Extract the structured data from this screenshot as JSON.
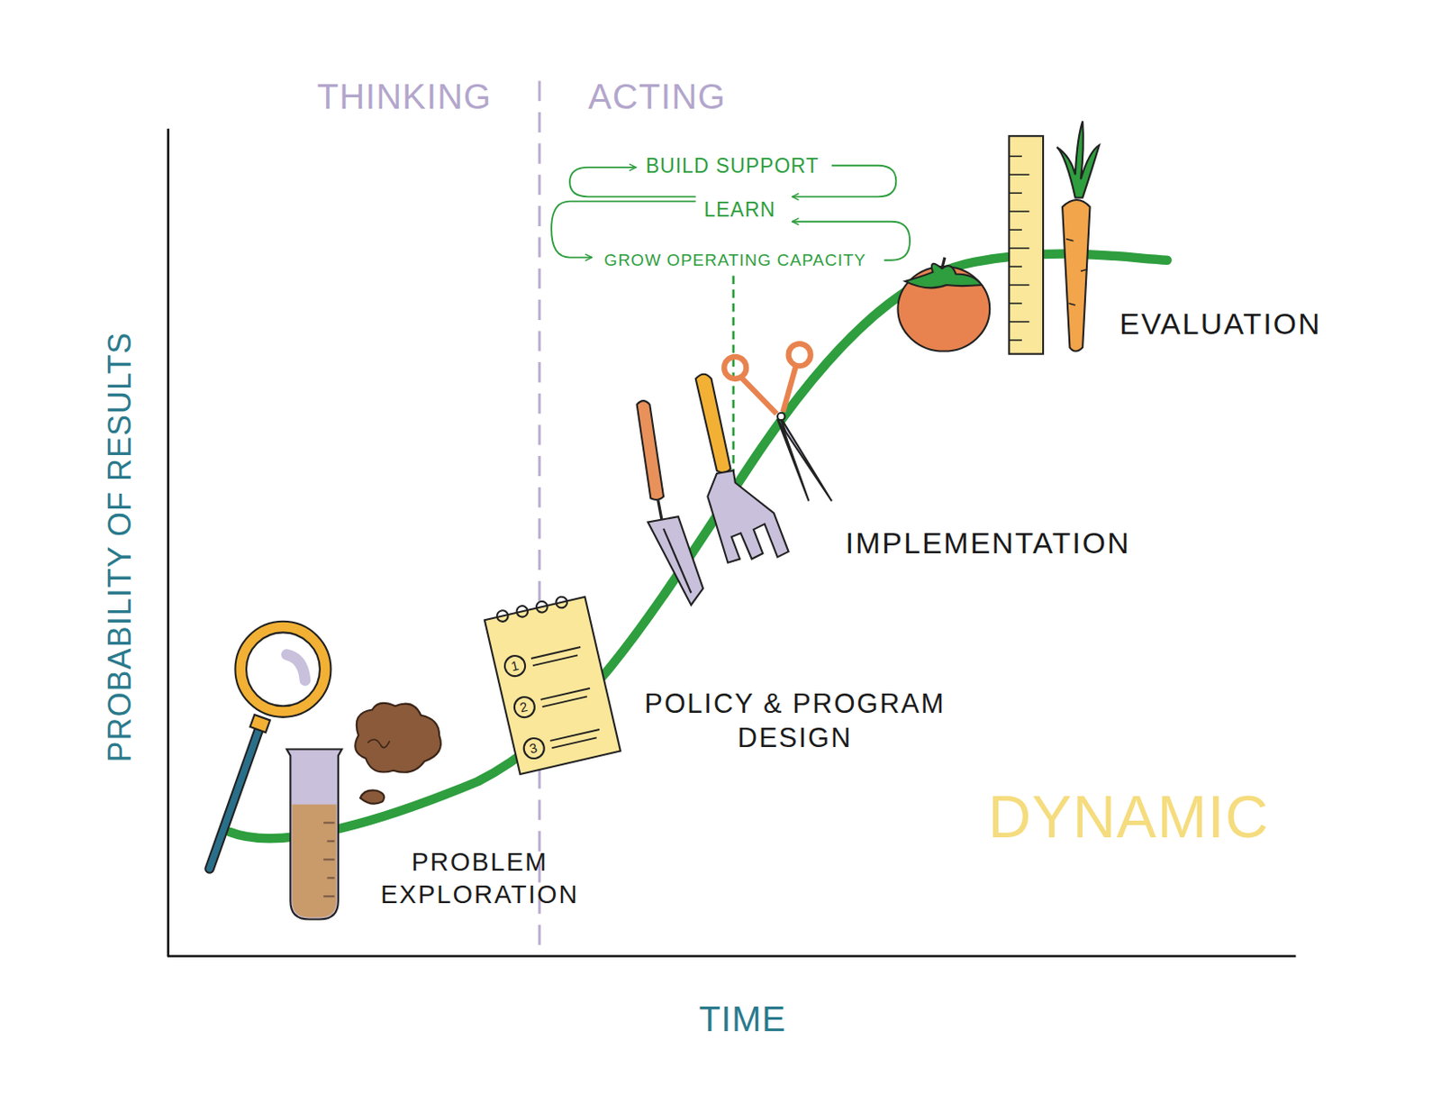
{
  "diagram": {
    "labels": [
      "THINKING",
      "ACTING",
      "BUILD SUPPORT",
      "LEARN",
      "GROW OPERATING CAPACITY",
      "1",
      "2",
      "3",
      "PROBLEM EXPLORATION",
      "POLICY & PROGRAM DESIGN",
      "IMPLEMENTATION",
      "EVALUATION",
      "DYNAMIC",
      "PROBABILITY OF RESULTS",
      "TIME"
    ]
  }
}
